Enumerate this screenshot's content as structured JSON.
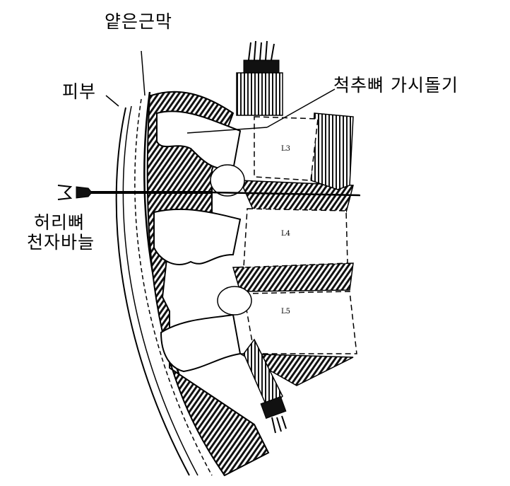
{
  "labels": {
    "superficial_fascia": "얕은근막",
    "skin": "피부",
    "spinous_process": "척추뼈 가시돌기",
    "needle_line1": "허리뼈",
    "needle_line2": "천자바늘"
  },
  "vertebrae": {
    "l3": "L3",
    "l4": "L4",
    "l5": "L5"
  }
}
